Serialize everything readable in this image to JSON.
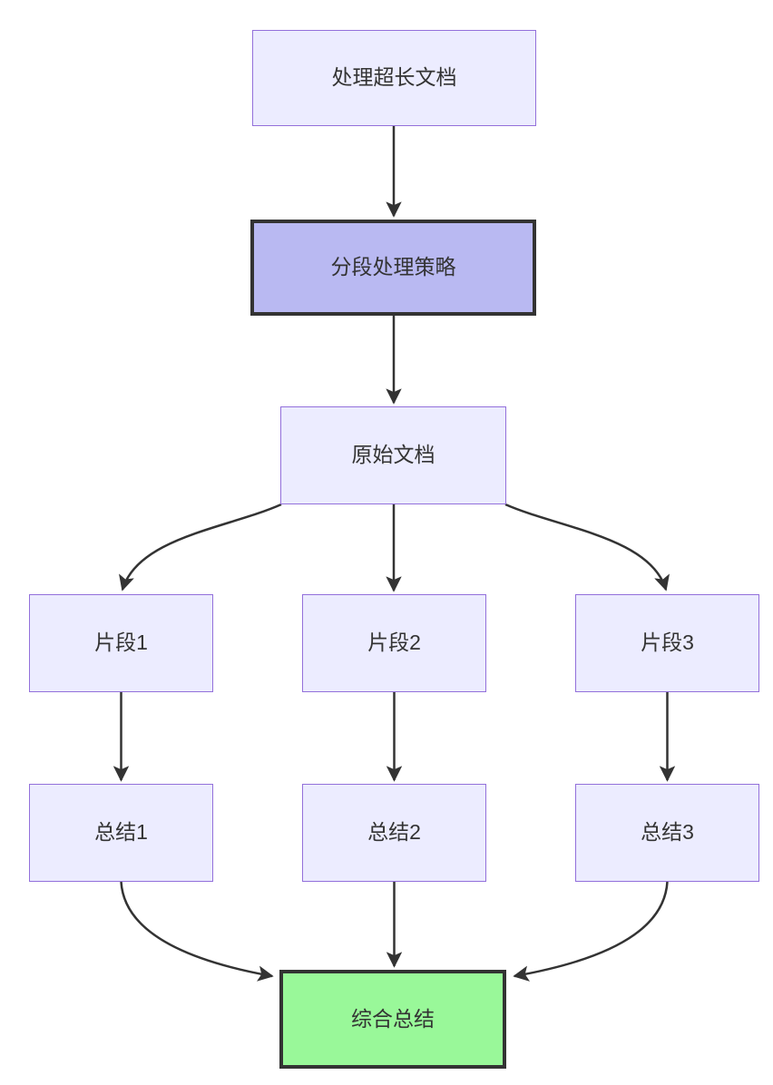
{
  "diagram": {
    "type": "flowchart",
    "direction": "top-down",
    "nodes": [
      {
        "id": "A",
        "label": "处理超长文档",
        "style": "default"
      },
      {
        "id": "B",
        "label": "分段处理策略",
        "style": "accent"
      },
      {
        "id": "C",
        "label": "原始文档",
        "style": "default"
      },
      {
        "id": "D1",
        "label": "片段1",
        "style": "default"
      },
      {
        "id": "D2",
        "label": "片段2",
        "style": "default"
      },
      {
        "id": "D3",
        "label": "片段3",
        "style": "default"
      },
      {
        "id": "E1",
        "label": "总结1",
        "style": "default"
      },
      {
        "id": "E2",
        "label": "总结2",
        "style": "default"
      },
      {
        "id": "E3",
        "label": "总结3",
        "style": "default"
      },
      {
        "id": "F",
        "label": "综合总结",
        "style": "result"
      }
    ],
    "edges": [
      {
        "from": "A",
        "to": "B"
      },
      {
        "from": "B",
        "to": "C"
      },
      {
        "from": "C",
        "to": "D1"
      },
      {
        "from": "C",
        "to": "D2"
      },
      {
        "from": "C",
        "to": "D3"
      },
      {
        "from": "D1",
        "to": "E1"
      },
      {
        "from": "D2",
        "to": "E2"
      },
      {
        "from": "D3",
        "to": "E3"
      },
      {
        "from": "E1",
        "to": "F"
      },
      {
        "from": "E2",
        "to": "F"
      },
      {
        "from": "E3",
        "to": "F"
      }
    ],
    "colors": {
      "canvas_bg": "#ffffff",
      "node_fill": "#ECECFF",
      "node_border": "#9370DB",
      "accent_fill": "#b9b9f2",
      "accent_border": "#333333",
      "result_fill": "#99f899",
      "edge_color": "#333333",
      "text_color": "#333333"
    }
  }
}
